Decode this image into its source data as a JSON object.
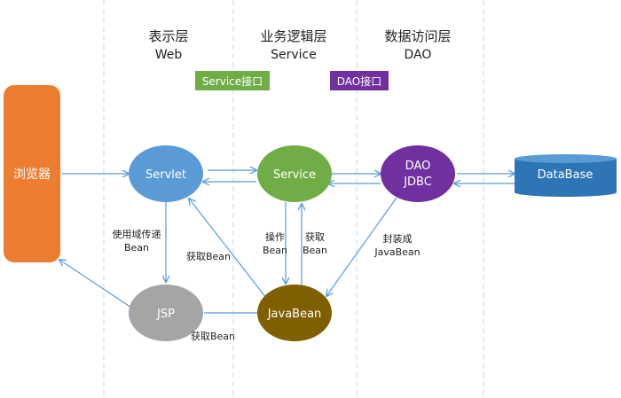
{
  "layers": {
    "web": {
      "title": "表示层",
      "subtitle": "Web"
    },
    "service": {
      "title": "业务逻辑层",
      "subtitle": "Service"
    },
    "dao": {
      "title": "数据访问层",
      "subtitle": "DAO"
    }
  },
  "tags": {
    "service_interface": "Service接口",
    "dao_interface": "DAO接口"
  },
  "nodes": {
    "browser": "浏览器",
    "servlet": "Servlet",
    "service": "Service",
    "dao_line1": "DAO",
    "dao_line2": "JDBC",
    "database": "DataBase",
    "jsp": "JSP",
    "javabean": "JavaBean"
  },
  "labels": {
    "domain_transfer_1": "使用域传递",
    "domain_transfer_2": "Bean",
    "get_bean_servlet": "获取Bean",
    "operate_1": "操作",
    "operate_2": "Bean",
    "get_1": "获取",
    "get_2": "Bean",
    "wrap_1": "封装成",
    "wrap_2": "JavaBean",
    "get_bean_jsp": "获取Bean"
  },
  "colors": {
    "browser": "#ED7D31",
    "servlet": "#5B9BD5",
    "service": "#70AD47",
    "dao": "#7030A0",
    "database": "#2E75B6",
    "jsp": "#A5A5A5",
    "javabean": "#7F6000",
    "arrow": "#5B9BD5",
    "divider": "#BDD7EE"
  }
}
